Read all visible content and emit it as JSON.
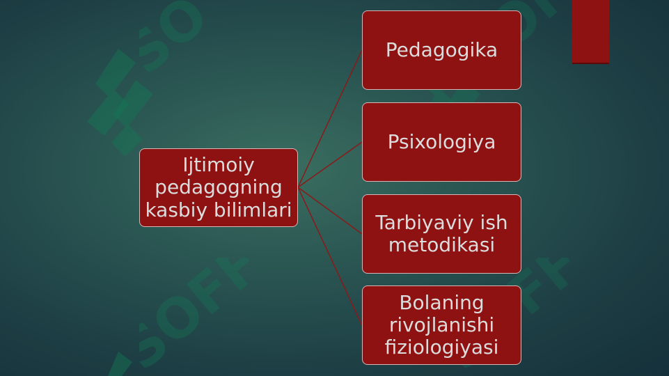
{
  "slide": {
    "accent_color": "#8e1212",
    "background_color": "#2a5552",
    "watermark_text": "SOFF"
  },
  "diagram": {
    "root": {
      "label": "Ijtimoiy pedagogning kasbiy bilimlari"
    },
    "children": [
      {
        "label": "Pedagogika"
      },
      {
        "label": "Psixologiya"
      },
      {
        "label": "Tarbiyaviy ish metodikasi"
      },
      {
        "label": "Bolaning rivojlanishi fiziologiyasi"
      }
    ]
  }
}
